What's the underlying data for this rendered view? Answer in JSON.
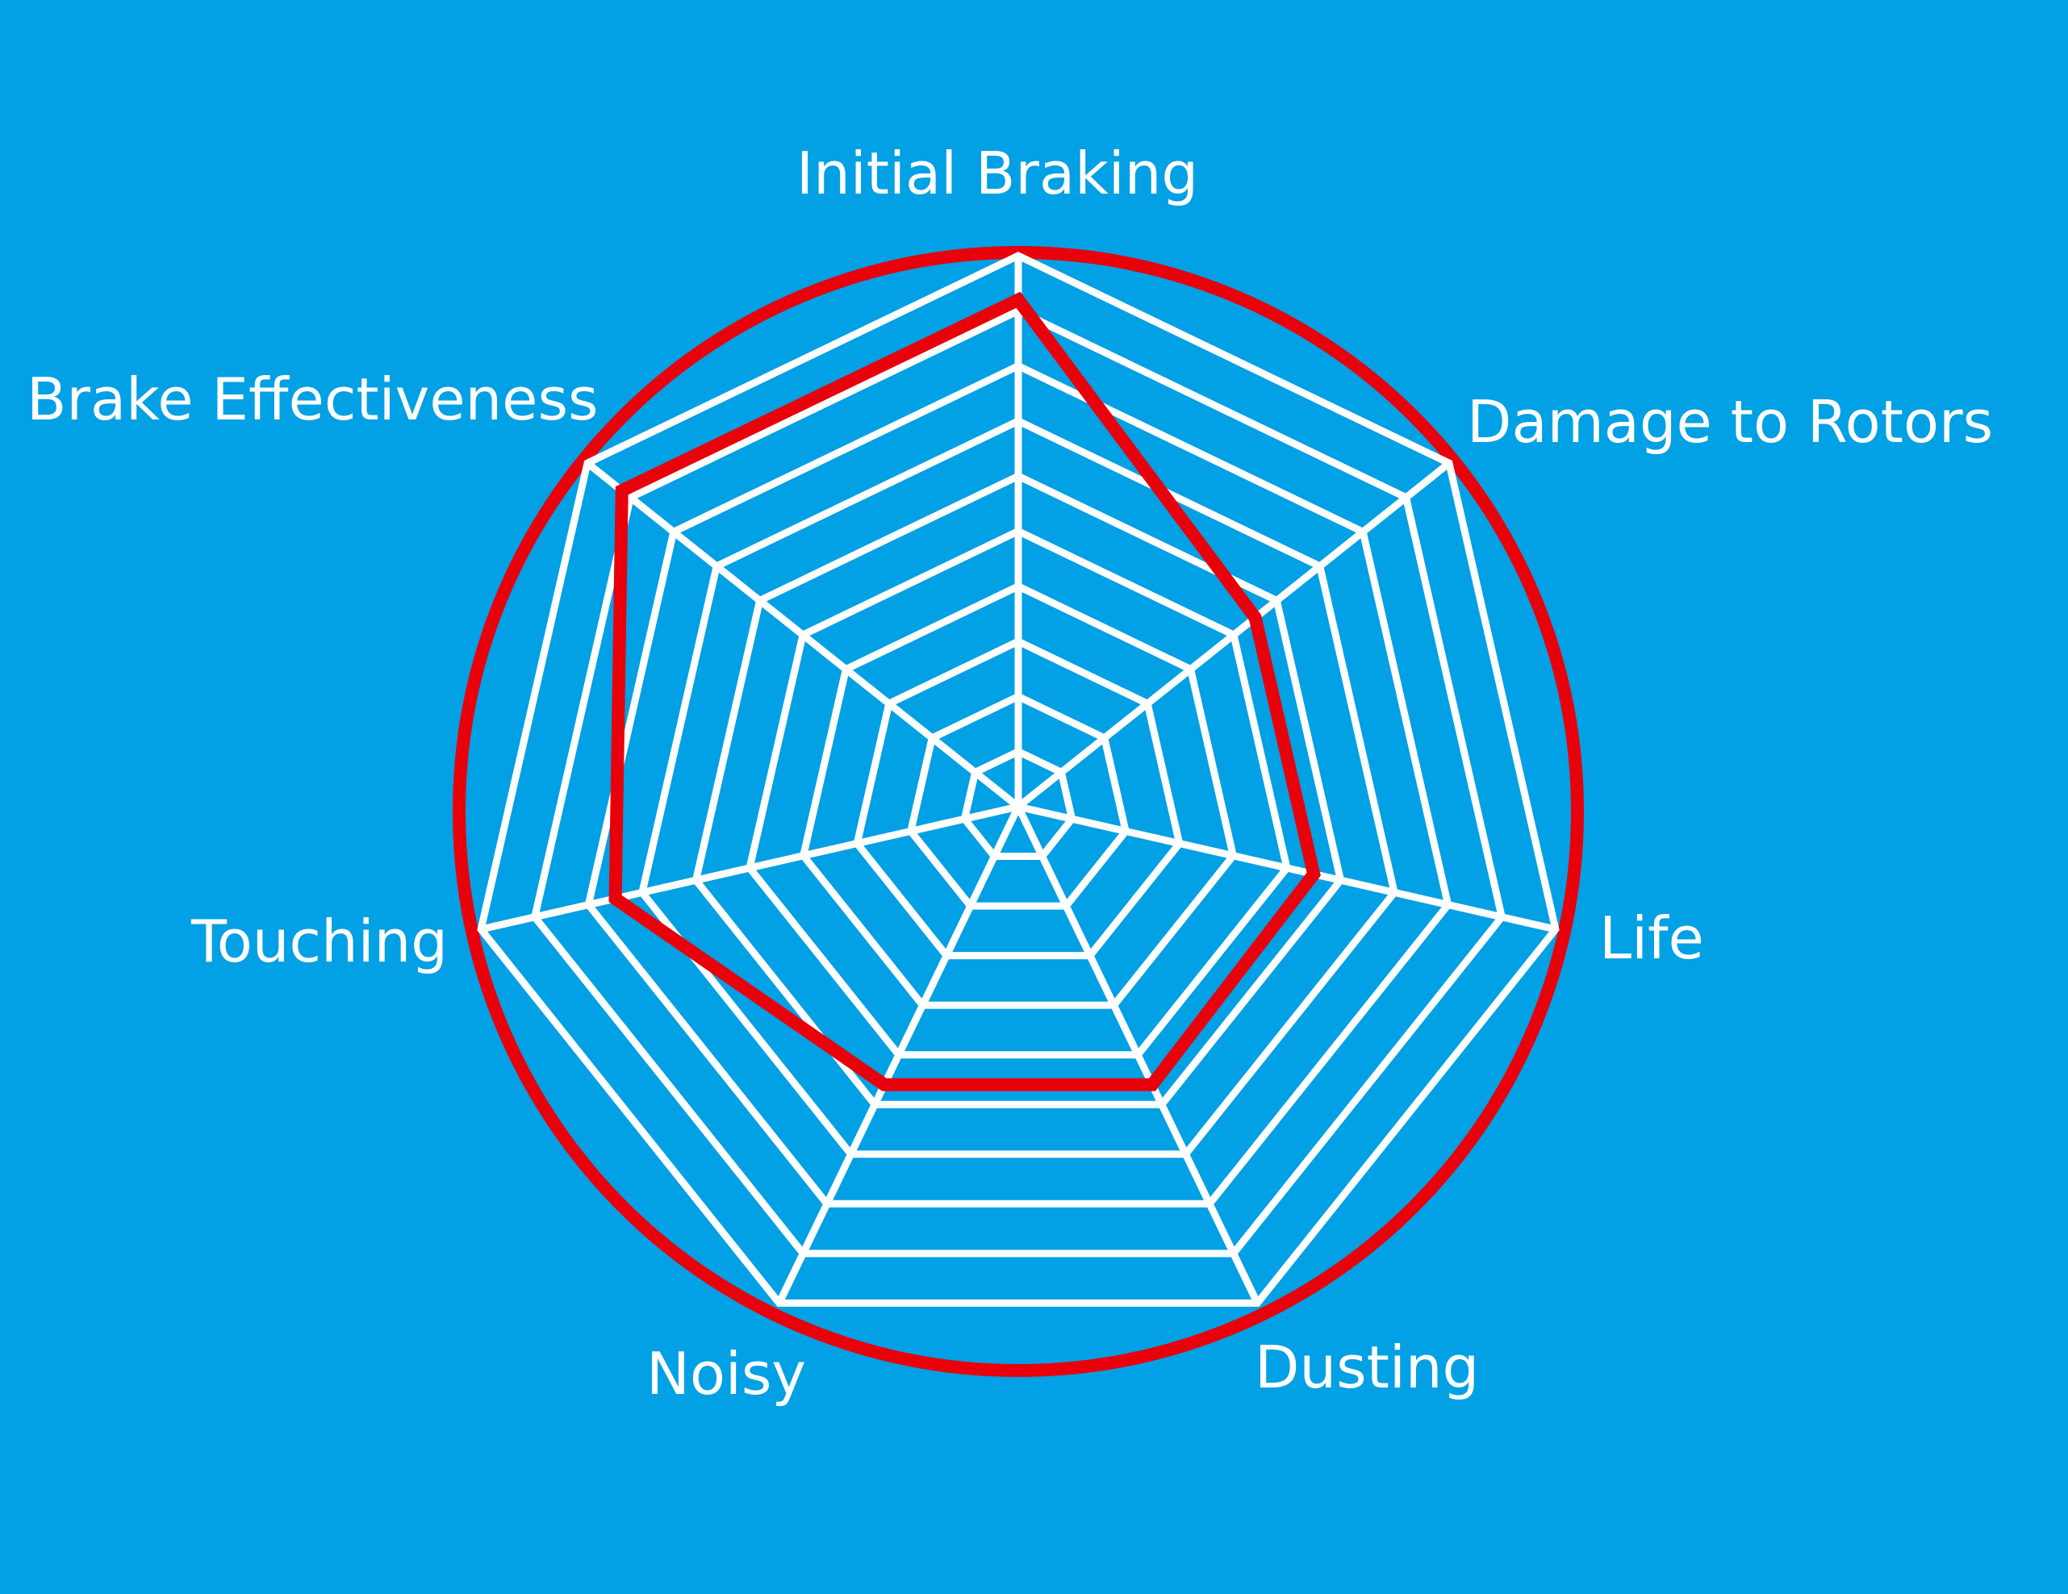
{
  "chart_data": {
    "type": "radar",
    "title": "",
    "axes": [
      "Initial Braking",
      "Damage to Rotors",
      "Life",
      "Dusting",
      "Noisy",
      "Touching",
      "Brake Effectiveness"
    ],
    "series": [
      {
        "name": "",
        "values": [
          9.2,
          5.5,
          5.5,
          5.6,
          5.6,
          7.5,
          9.2
        ]
      }
    ],
    "range": [
      0,
      10
    ],
    "rings": 10,
    "grid": true,
    "colors": {
      "background": "#02a0e4",
      "grid": "#ffffff",
      "series": "#e8000b",
      "outline_circle": "#e8000b"
    }
  }
}
